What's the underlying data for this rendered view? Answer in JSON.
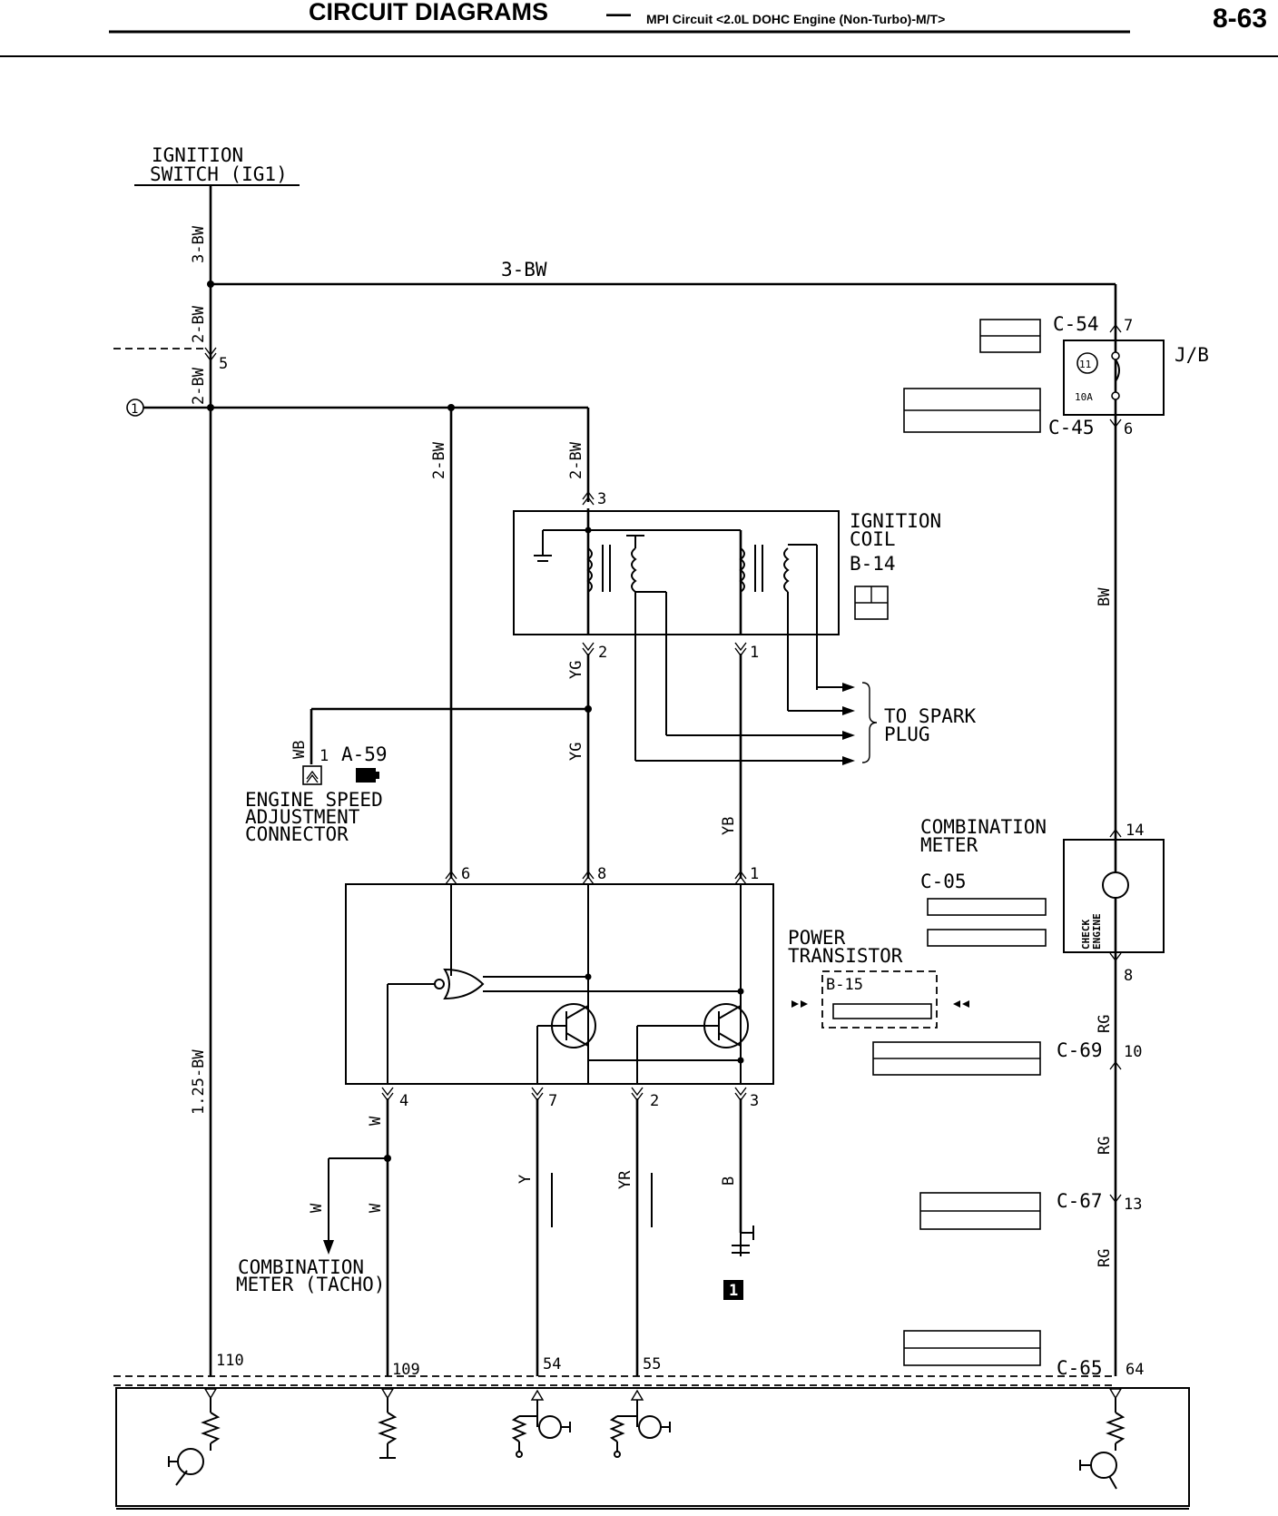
{
  "header": {
    "title": "CIRCUIT DIAGRAMS",
    "dash": "—",
    "subtitle": "MPI Circuit <2.0L DOHC Engine (Non-Turbo)-M/T>",
    "page_number": "8-63"
  },
  "components": {
    "ignition_switch": [
      "IGNITION",
      "SWITCH (IG1)"
    ],
    "ignition_coil": [
      "IGNITION",
      "COIL",
      "B-14"
    ],
    "jb": "J/B",
    "fuse_number": "11",
    "fuse_rating": "10A",
    "spark_plug": [
      "TO SPARK",
      "PLUG"
    ],
    "engine_speed_connector": [
      "ENGINE SPEED",
      "ADJUSTMENT",
      "CONNECTOR"
    ],
    "engine_speed_connector_id": "A-59",
    "combination_meter": [
      "COMBINATION",
      "METER"
    ],
    "combination_meter_conn": "C-05",
    "check_engine": [
      "CHECK",
      "ENGINE"
    ],
    "power_transistor": [
      "POWER",
      "TRANSISTOR"
    ],
    "power_transistor_conn": "B-15",
    "tacho": [
      "COMBINATION",
      "METER (TACHO)"
    ],
    "circled_ref": "1",
    "ground_ref": "1"
  },
  "connectors": {
    "c54": "C-54",
    "c45": "C-45",
    "c69": "C-69",
    "c67": "C-67",
    "c65": "C-65"
  },
  "wires": {
    "w_3bw": "3-BW",
    "w_2bw": "2-BW",
    "w_125bw": "1.25-BW",
    "yg": "YG",
    "yb": "YB",
    "wb": "WB",
    "w": "W",
    "y": "Y",
    "yr": "YR",
    "b": "B",
    "bw": "BW",
    "rg": "RG"
  },
  "pins": {
    "p5": "5",
    "p3": "3",
    "p2": "2",
    "p1": "1",
    "p6": "6",
    "p8": "8",
    "p4": "4",
    "p7": "7",
    "pt2": "2",
    "pt3": "3",
    "pa59": "1",
    "p_c54": "7",
    "p_c45": "6",
    "p_c05a": "14",
    "p_c05b": "8",
    "p_c69": "10",
    "p_c67": "13",
    "p_c65": "64",
    "p110": "110",
    "p109": "109",
    "p54": "54",
    "p55": "55"
  }
}
